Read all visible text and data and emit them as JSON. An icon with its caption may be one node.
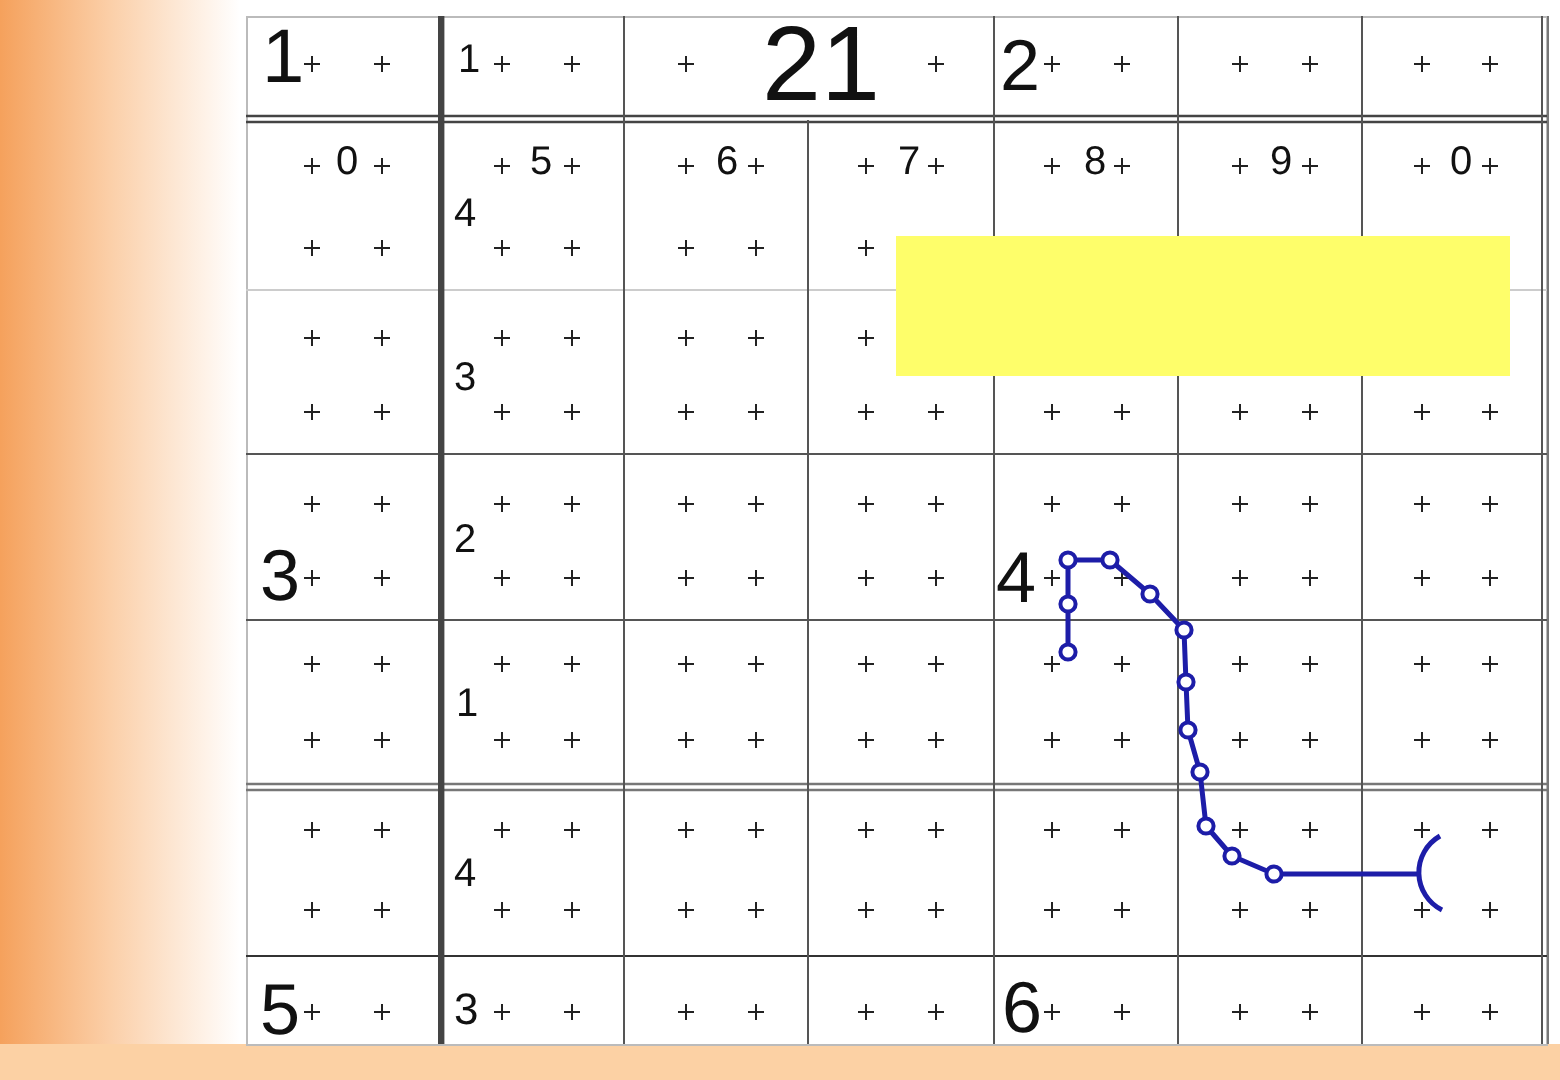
{
  "diagram": {
    "labels": [
      "1",
      "1",
      "21",
      "2",
      "0",
      "5",
      "6",
      "7",
      "8",
      "9",
      "0",
      "4",
      "3",
      "3",
      "2",
      "4",
      "1",
      "4",
      "5",
      "3",
      "6"
    ]
  }
}
